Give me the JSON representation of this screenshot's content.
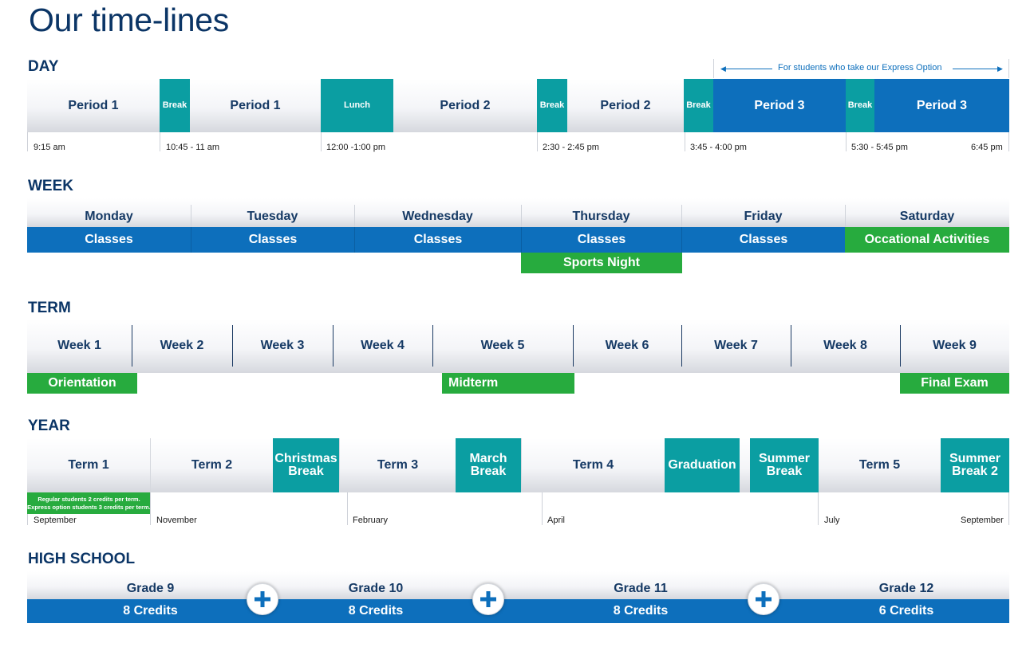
{
  "title": "Our time-lines",
  "day": {
    "heading": "DAY",
    "express_note": "For students who take our Express Option",
    "cells": [
      {
        "label": "Period 1",
        "kind": "light"
      },
      {
        "label": "Break",
        "kind": "teal"
      },
      {
        "label": "Period 1",
        "kind": "light"
      },
      {
        "label": "Lunch",
        "kind": "teal"
      },
      {
        "label": "Period 2",
        "kind": "light"
      },
      {
        "label": "Break",
        "kind": "teal"
      },
      {
        "label": "Period 2",
        "kind": "light"
      },
      {
        "label": "Break",
        "kind": "teal"
      },
      {
        "label": "Period 3",
        "kind": "blue"
      },
      {
        "label": "Break",
        "kind": "teal"
      },
      {
        "label": "Period 3",
        "kind": "blue"
      }
    ],
    "times": [
      "9:15 am",
      "10:45 - 11 am",
      "12:00 -1:00 pm",
      "2:30 - 2:45 pm",
      "3:45 - 4:00 pm",
      "5:30 - 5:45 pm",
      "6:45 pm"
    ]
  },
  "week": {
    "heading": "WEEK",
    "days": [
      "Monday",
      "Tuesday",
      "Wednesday",
      "Thursday",
      "Friday",
      "Saturday"
    ],
    "activities": [
      "Classes",
      "Classes",
      "Classes",
      "Classes",
      "Classes",
      "Occational Activities"
    ],
    "extra": "Sports Night"
  },
  "term": {
    "heading": "TERM",
    "weeks": [
      "Week 1",
      "Week 2",
      "Week 3",
      "Week 4",
      "Week 5",
      "Week 6",
      "Week 7",
      "Week 8",
      "Week 9"
    ],
    "events": [
      "Orientation",
      "Midterm",
      "Final Exam"
    ]
  },
  "year": {
    "heading": "YEAR",
    "cells": [
      {
        "label": "Term 1",
        "kind": "light"
      },
      {
        "label": "Term 2",
        "kind": "light"
      },
      {
        "label": "Christmas Break",
        "kind": "teal"
      },
      {
        "label": "Term 3",
        "kind": "light"
      },
      {
        "label": "March Break",
        "kind": "teal"
      },
      {
        "label": "Term 4",
        "kind": "light"
      },
      {
        "label": "Graduation",
        "kind": "teal"
      },
      {
        "label": "Summer Break",
        "kind": "teal"
      },
      {
        "label": "Term 5",
        "kind": "light"
      },
      {
        "label": "Summer Break 2",
        "kind": "teal"
      }
    ],
    "credits_note_1": "Regular students 2 credits per term.",
    "credits_note_2": "Express option students 3 credits per term.",
    "months": [
      "September",
      "November",
      "February",
      "April",
      "July",
      "September"
    ]
  },
  "highschool": {
    "heading": "HIGH SCHOOL",
    "grades": [
      "Grade 9",
      "Grade 10",
      "Grade 11",
      "Grade 12"
    ],
    "credits": [
      "8 Credits",
      "8 Credits",
      "8 Credits",
      "6 Credits"
    ]
  },
  "colors": {
    "navy": "#0b3566",
    "teal": "#0b9ea2",
    "blue": "#0d6fbc",
    "green": "#27ab3e"
  }
}
